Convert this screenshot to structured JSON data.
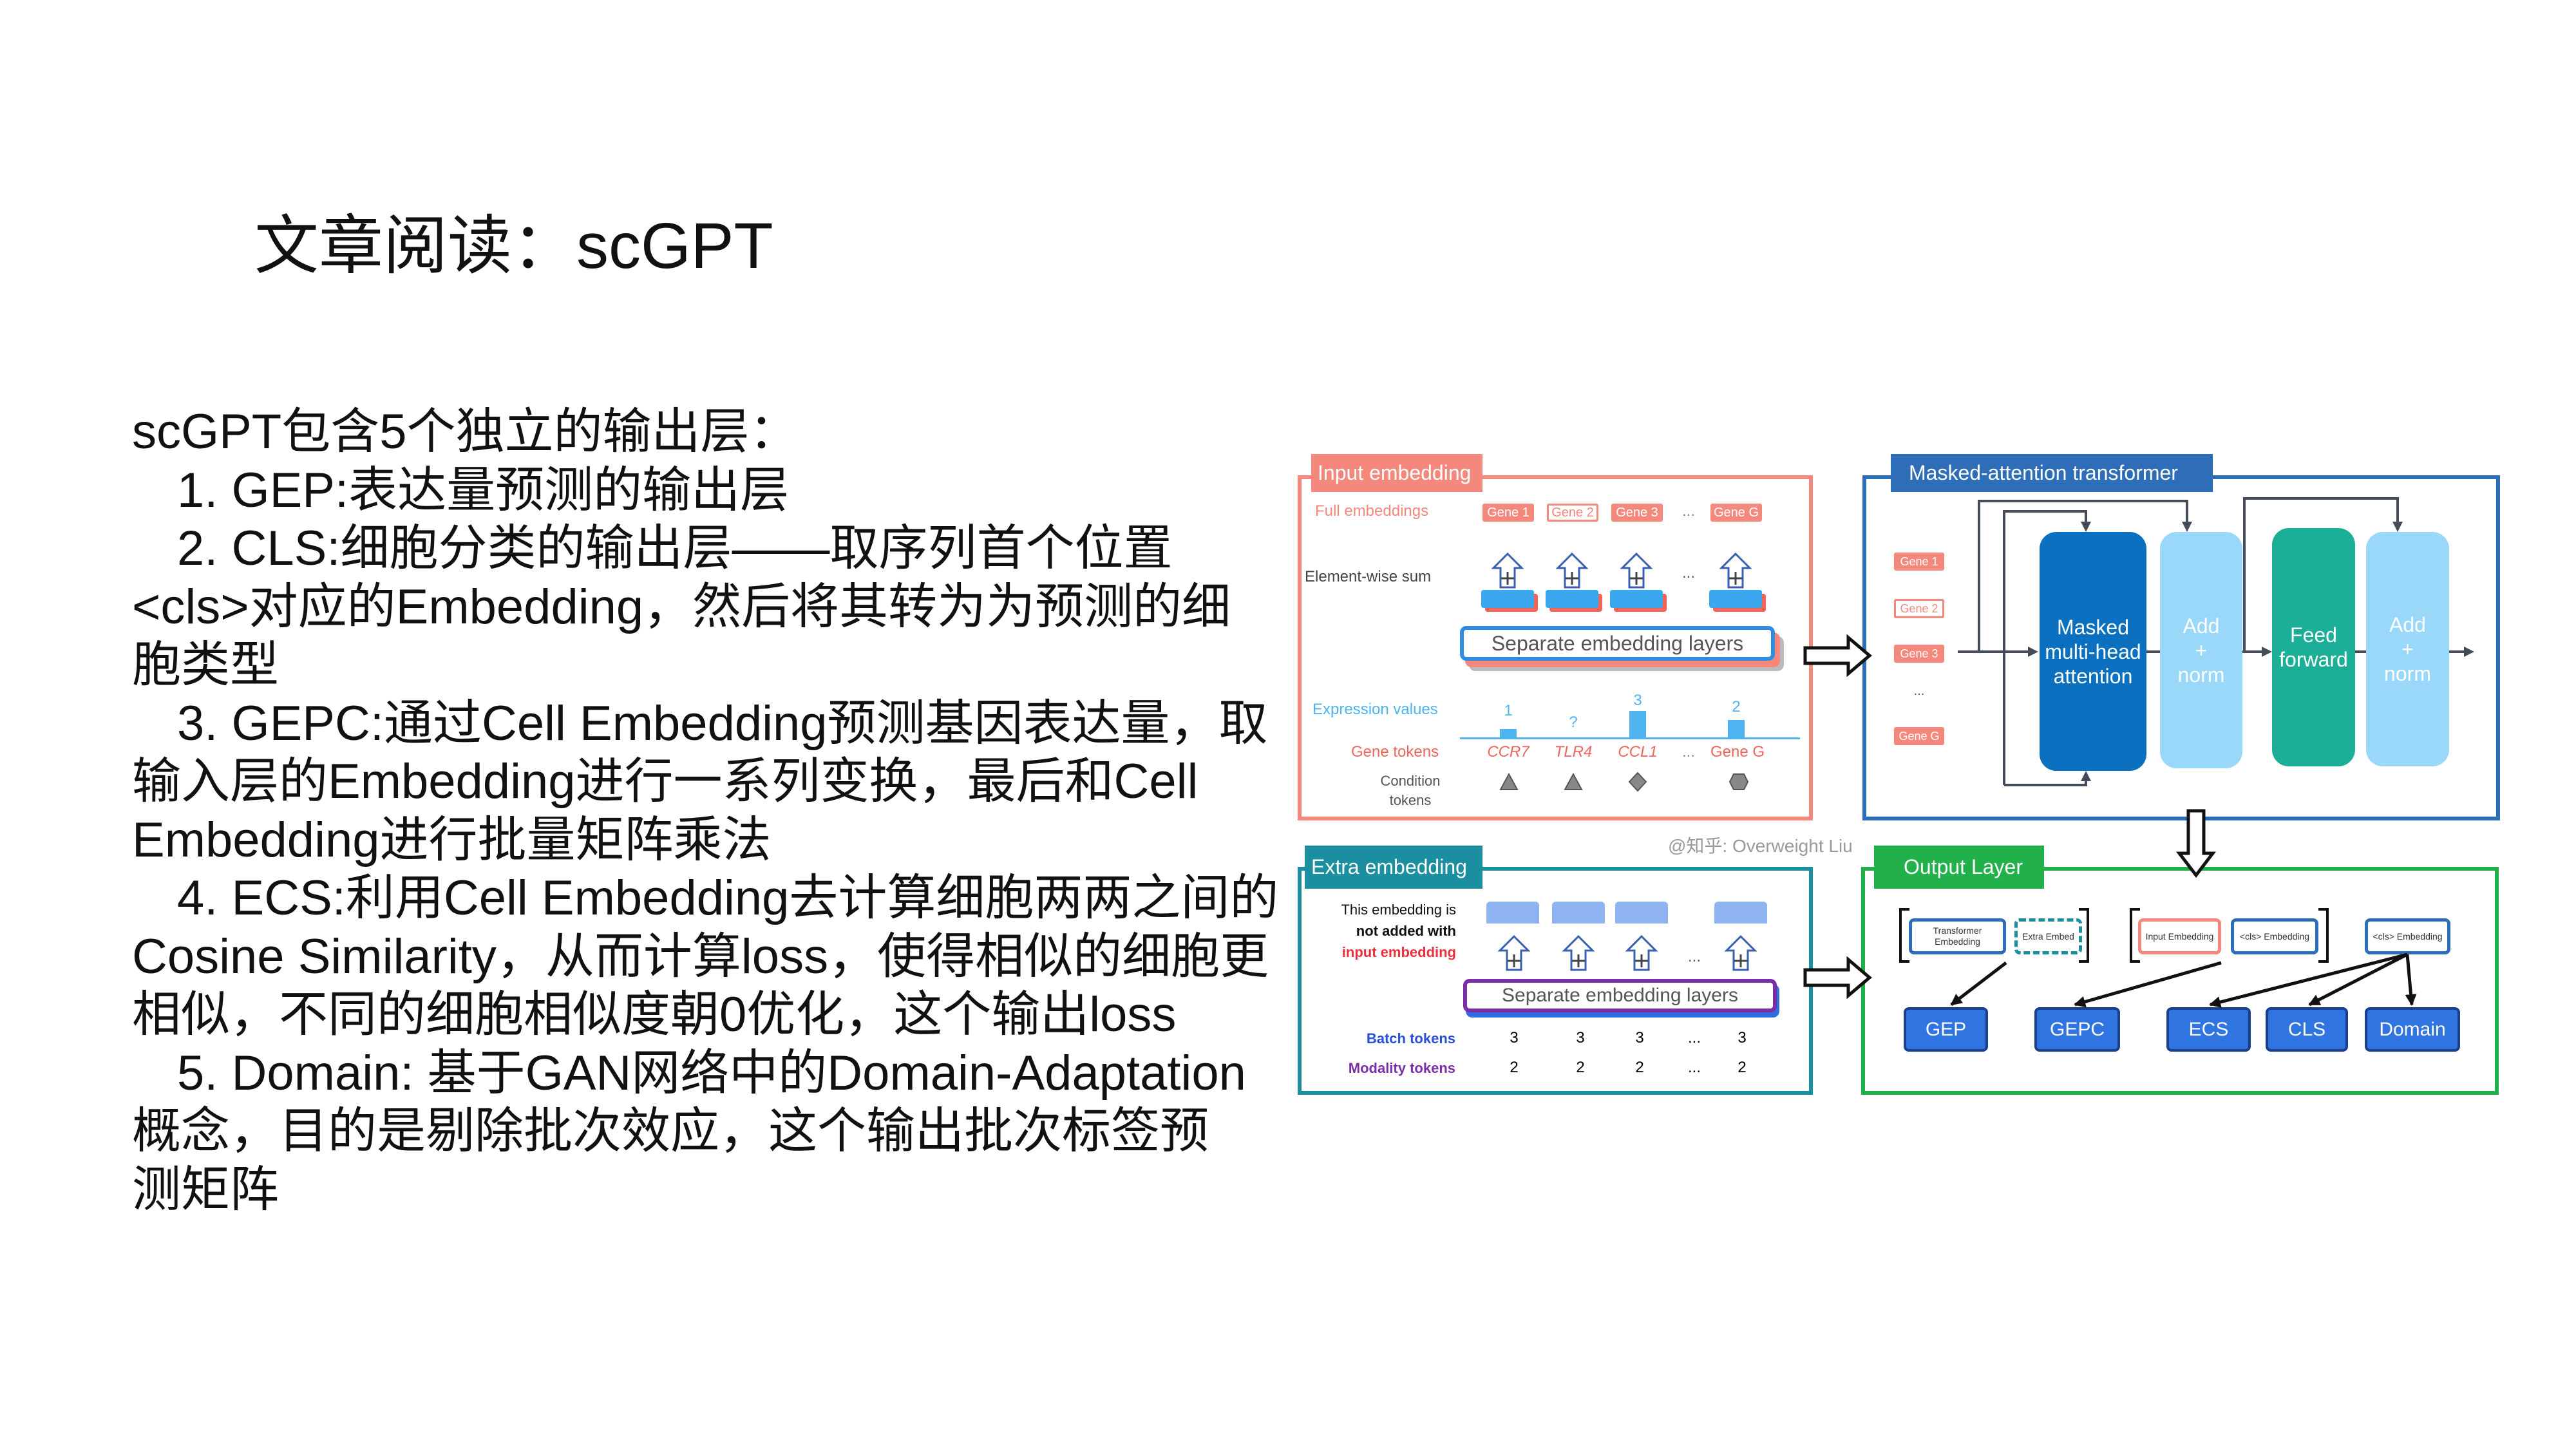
{
  "title": "文章阅读：scGPT",
  "body_lines": [
    "scGPT包含5个独立的输出层：",
    "1. GEP:表达量预测的输出层",
    "2. CLS:细胞分类的输出层——取序列首个位置",
    "<cls>对应的Embedding，然后将其转为为预测的细",
    "胞类型",
    "3. GEPC:通过Cell Embedding预测基因表达量，取",
    "输入层的Embedding进行一系列变换，最后和Cell",
    "Embedding进行批量矩阵乘法",
    "4. ECS:利用Cell Embedding去计算细胞两两之间的",
    "Cosine Similarity，从而计算loss，使得相似的细胞更",
    "相似，不同的细胞相似度朝0优化，这个输出loss",
    "5. Domain: 基于GAN网络中的Domain-Adaptation",
    "概念，目的是剔除批次效应，这个输出批次标签预",
    "测矩阵"
  ],
  "diagram": {
    "input_embedding": {
      "title": "Input embedding",
      "full_embeddings_label": "Full embeddings",
      "genes": [
        "Gene 1",
        "Gene 2",
        "Gene 3",
        "...",
        "Gene G"
      ],
      "element_wise_label": "Element-wise sum",
      "separate_layers": "Separate embedding layers",
      "expression_label": "Expression values",
      "expression_values": [
        "1",
        "?",
        "3",
        "2"
      ],
      "expression_levels": [
        1,
        0,
        3,
        2
      ],
      "gene_tokens_label": "Gene tokens",
      "gene_tokens": [
        "CCR7",
        "TLR4",
        "CCL1",
        "...",
        "Gene G"
      ],
      "condition_label_1": "Condition",
      "condition_label_2": "tokens",
      "ellipsis": "..."
    },
    "transformer": {
      "title": "Masked-attention transformer",
      "genes": [
        "Gene 1",
        "Gene 2",
        "Gene 3",
        "...",
        "Gene G"
      ],
      "mha": "Masked multi-head attention",
      "add_norm": "Add + norm",
      "feed_forward": "Feed forward"
    },
    "watermark": "@知乎: Overweight Liu",
    "extra_embedding": {
      "title": "Extra embedding",
      "note_1": "This embedding is",
      "note_2": "not added with",
      "note_3": "input embedding",
      "separate_layers": "Separate embedding  layers",
      "batch_label": "Batch tokens",
      "batch_values": [
        "3",
        "3",
        "3",
        "...",
        "3"
      ],
      "modality_label": "Modality tokens",
      "modality_values": [
        "2",
        "2",
        "2",
        "...",
        "2"
      ],
      "ellipsis": "..."
    },
    "output_layer": {
      "title": "Output Layer",
      "transformer_embedding": "Transformer Embedding",
      "extra_embed": "Extra Embed",
      "input_embedding": "Input Embedding",
      "cls_embedding": "<cls> Embedding",
      "cls_embedding_2": "<cls> Embedding",
      "outputs": [
        "GEP",
        "GEPC",
        "ECS",
        "CLS",
        "Domain"
      ]
    },
    "colors": {
      "input": "#f4887d",
      "transformer": "#2e6db8",
      "extra": "#1b8fa0",
      "output": "#22b04b",
      "mha": "#0a70bf",
      "add_norm": "#9ad8fa",
      "feed_forward": "#1aaf96"
    }
  }
}
